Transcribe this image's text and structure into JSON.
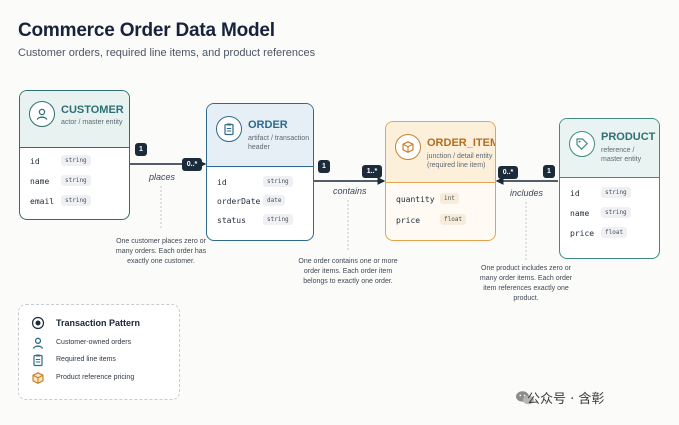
{
  "header": {
    "title": "Commerce Order Data Model",
    "subtitle": "Customer orders, required line items, and product references"
  },
  "entities": {
    "customer": {
      "name": "CUSTOMER",
      "role": "actor / master entity",
      "icon": "user-icon",
      "color": "#2f6f74",
      "attributes": [
        {
          "name": "id",
          "type": "string"
        },
        {
          "name": "name",
          "type": "string"
        },
        {
          "name": "email",
          "type": "string"
        }
      ]
    },
    "order": {
      "name": "ORDER",
      "role": "artifact / transaction header",
      "icon": "clipboard-icon",
      "color": "#2f6a8a",
      "attributes": [
        {
          "name": "id",
          "type": "string"
        },
        {
          "name": "orderDate",
          "type": "date"
        },
        {
          "name": "status",
          "type": "string"
        }
      ]
    },
    "order_item": {
      "name": "ORDER_ITEM",
      "role": "junction / detail entity (required line item)",
      "icon": "box-icon",
      "color": "#c9822b",
      "attributes": [
        {
          "name": "quantity",
          "type": "int"
        },
        {
          "name": "price",
          "type": "float"
        }
      ]
    },
    "product": {
      "name": "PRODUCT",
      "role": "reference / master entity",
      "icon": "tag-icon",
      "color": "#3e8b86",
      "attributes": [
        {
          "name": "id",
          "type": "string"
        },
        {
          "name": "name",
          "type": "string"
        },
        {
          "name": "price",
          "type": "float"
        }
      ]
    }
  },
  "relationships": [
    {
      "label": "places",
      "from_card": "1",
      "to_card": "0..*",
      "note": "One customer places zero or many orders. Each order has exactly one customer."
    },
    {
      "label": "contains",
      "from_card": "1",
      "to_card": "1..*",
      "note": "One order contains one or more order items. Each order item belongs to exactly one order."
    },
    {
      "label": "includes",
      "from_card": "1",
      "to_card": "0..*",
      "note": "One product includes zero or many order items. Each order item references exactly one product."
    }
  ],
  "legend": {
    "title": "Transaction Pattern",
    "items": [
      {
        "label": "Customer-owned orders",
        "icon": "user-icon"
      },
      {
        "label": "Required line items",
        "icon": "clipboard-icon"
      },
      {
        "label": "Product reference pricing",
        "icon": "box-icon"
      }
    ]
  },
  "watermark": {
    "text": "公众号 · 含彰",
    "icon": "wechat-icon"
  }
}
